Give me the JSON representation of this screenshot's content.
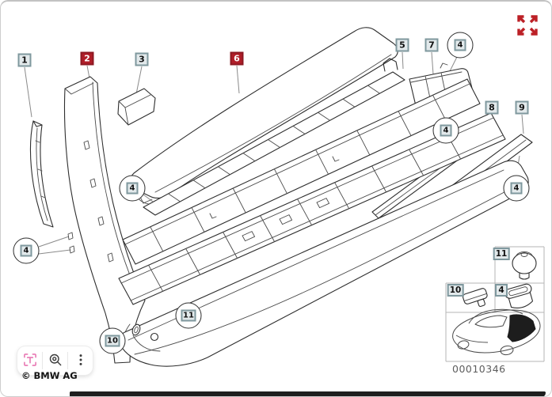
{
  "window": {
    "copyright": "© BMW AG",
    "diagram_number": "00010346"
  },
  "colors": {
    "red": "#b01e28",
    "slate_border": "#7f989e",
    "slate_fill": "#e2e9eb",
    "expand_red": "#bc2026",
    "pink": "#e877b3",
    "icon_gray": "#3c3c3c",
    "leader": "#8a8a8a"
  },
  "toolbar": {
    "buttons": [
      {
        "name": "text-capture",
        "icon": "text-select-icon"
      },
      {
        "name": "zoom-search",
        "icon": "magnifier-icon"
      },
      {
        "name": "more-options",
        "icon": "kebab-menu-icon"
      }
    ]
  },
  "expand": {
    "icon": "expand-arrows-icon"
  },
  "part_labels": [
    {
      "text": "1",
      "style": "box"
    },
    {
      "text": "2",
      "style": "box-red"
    },
    {
      "text": "3",
      "style": "box"
    },
    {
      "text": "6",
      "style": "box-red"
    },
    {
      "text": "5",
      "style": "box"
    },
    {
      "text": "7",
      "style": "box"
    },
    {
      "text": "4",
      "style": "circled"
    },
    {
      "text": "8",
      "style": "box"
    },
    {
      "text": "9",
      "style": "box"
    },
    {
      "text": "4",
      "style": "circled"
    },
    {
      "text": "4",
      "style": "circled"
    },
    {
      "text": "4",
      "style": "circled"
    },
    {
      "text": "4",
      "style": "circled"
    },
    {
      "text": "11",
      "style": "circled"
    },
    {
      "text": "10",
      "style": "circled"
    }
  ],
  "inset": {
    "cells": [
      {
        "label": "11"
      },
      {
        "label": "10"
      },
      {
        "label": "4"
      }
    ]
  }
}
